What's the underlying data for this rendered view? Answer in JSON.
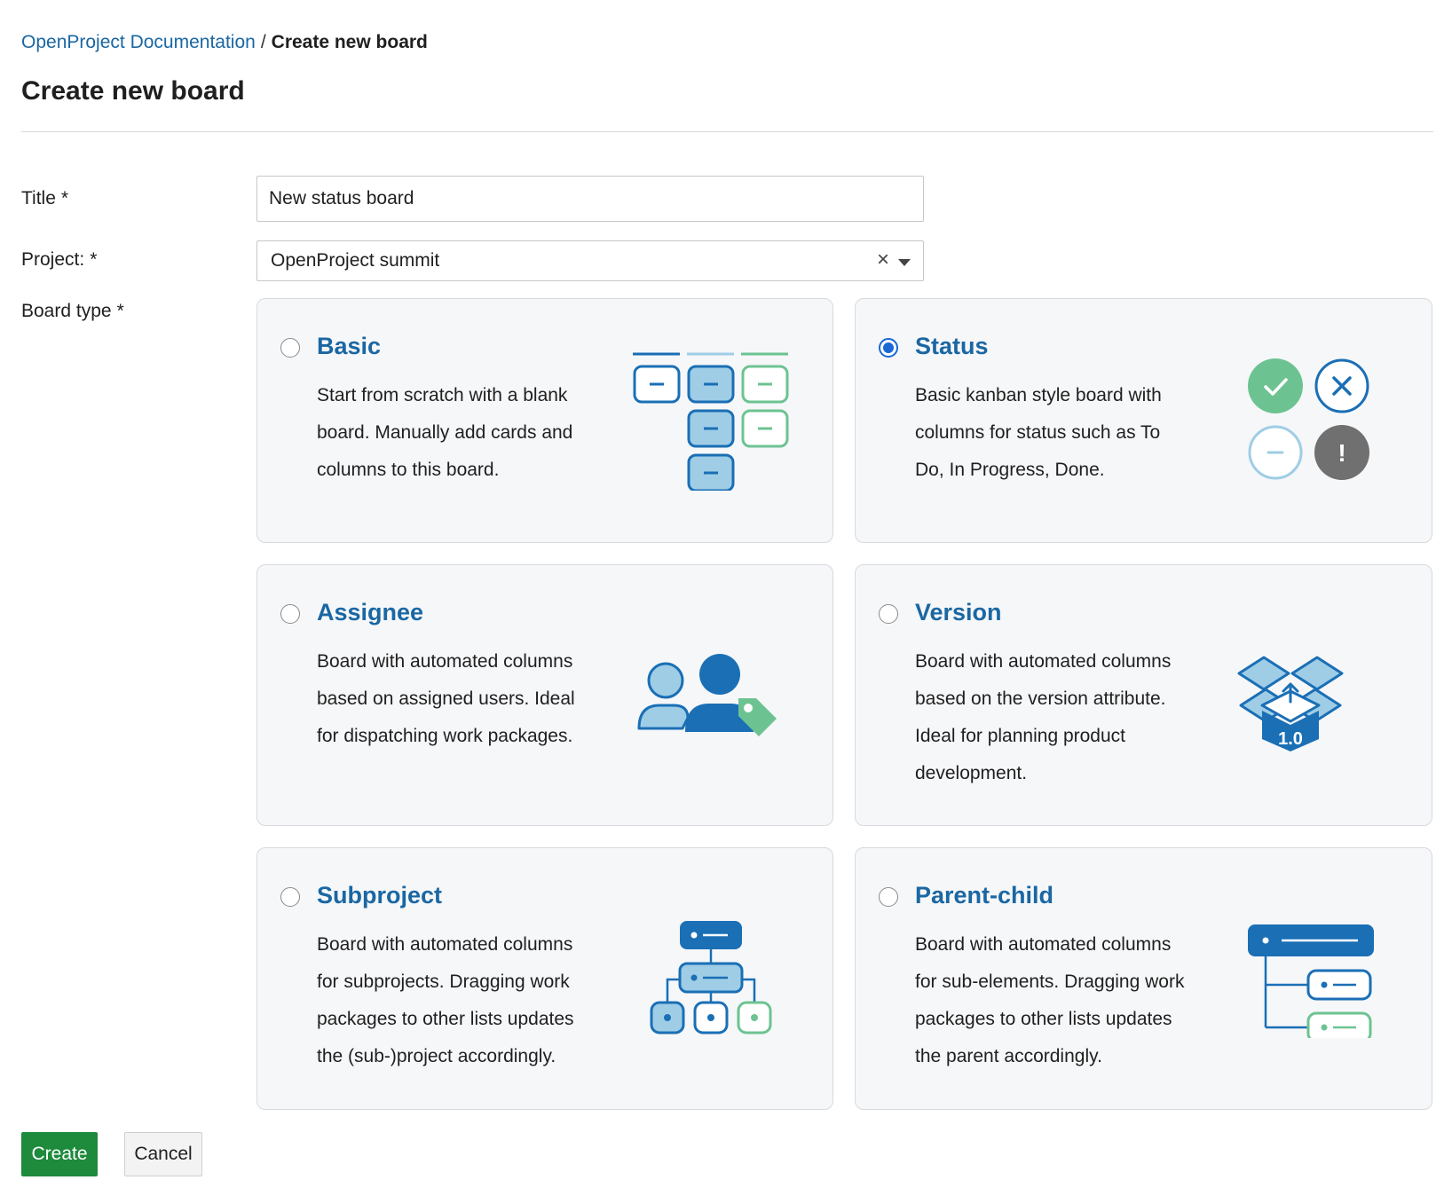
{
  "breadcrumb": {
    "parent": "OpenProject Documentation",
    "separator": "/",
    "current": "Create new board"
  },
  "page_title": "Create new board",
  "form": {
    "title_label": "Title",
    "title_value": "New status board",
    "project_label": "Project:",
    "project_value": "OpenProject summit",
    "project_clear": "×",
    "board_type_label": "Board type",
    "required_mark": "*"
  },
  "board_types": [
    {
      "id": "basic",
      "title": "Basic",
      "description": "Start from scratch with a blank board. Manually add cards and columns to this board.",
      "selected": false
    },
    {
      "id": "status",
      "title": "Status",
      "description": "Basic kanban style board with columns for status such as To Do, In Progress, Done.",
      "selected": true
    },
    {
      "id": "assignee",
      "title": "Assignee",
      "description": "Board with automated columns based on assigned users. Ideal for dispatching work packages.",
      "selected": false
    },
    {
      "id": "version",
      "title": "Version",
      "description": "Board with automated columns based on the version attribute. Ideal for planning product development.",
      "selected": false,
      "icon_text": "1.0"
    },
    {
      "id": "subproject",
      "title": "Subproject",
      "description": "Board with automated columns for subprojects. Dragging work packages to other lists updates the (sub-)project accordingly.",
      "selected": false
    },
    {
      "id": "parent-child",
      "title": "Parent-child",
      "description": "Board with automated columns for sub-elements. Dragging work packages to other lists updates the parent accordingly.",
      "selected": false
    }
  ],
  "status_icon_text": {
    "warning": "!"
  },
  "buttons": {
    "create": "Create",
    "cancel": "Cancel"
  },
  "colors": {
    "link_blue": "#1a67a3",
    "primary_blue": "#1a6fb5",
    "light_blue": "#9fcde6",
    "green": "#6cc391",
    "create_button": "#1d8a3c",
    "radio_selected": "#1a67d6"
  }
}
